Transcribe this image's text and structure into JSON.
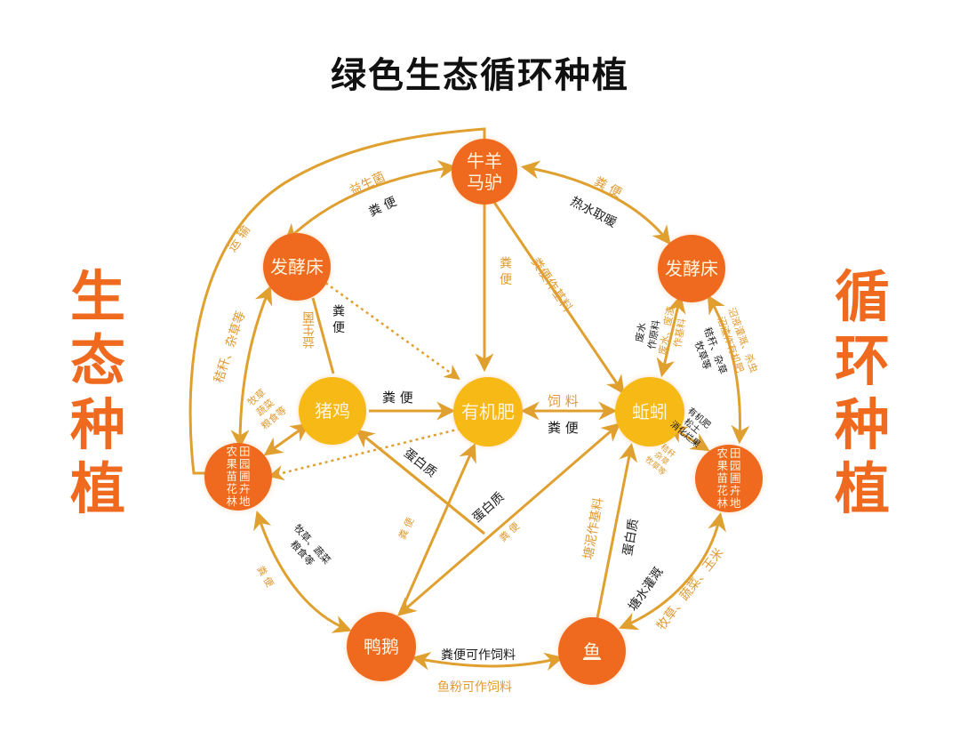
{
  "title": "绿色生态循环种植",
  "side_left": [
    "生",
    "态",
    "种",
    "植"
  ],
  "side_right": [
    "循",
    "环",
    "种",
    "植"
  ],
  "colors": {
    "orange_node": "#ef6a1e",
    "yellow_node": "#f6b915",
    "arrow": "#e0a030",
    "side_text": "#ef6a1e",
    "label_gold": "#e19a32",
    "label_dark": "#1a1a1a"
  },
  "nodes": {
    "livestock": {
      "line1": "牛羊",
      "line2": "马驴"
    },
    "ferment_left": {
      "label": "发酵床"
    },
    "ferment_right": {
      "label": "发酵床"
    },
    "pig_chicken": {
      "label": "猪鸡"
    },
    "organic_fertilizer": {
      "label": "有机肥"
    },
    "earthworm": {
      "label": "蚯蚓"
    },
    "farmland_left": {
      "col1": [
        "农",
        "果",
        "苗",
        "花",
        "林"
      ],
      "col2": [
        "田",
        "园",
        "圃",
        "卉",
        "地"
      ]
    },
    "farmland_right": {
      "col1": [
        "农",
        "果",
        "苗",
        "花",
        "林"
      ],
      "col2": [
        "田",
        "园",
        "圃",
        "卉",
        "地"
      ]
    },
    "duck_goose": {
      "label": "鸭鹅"
    },
    "fish": {
      "label": "鱼"
    }
  },
  "edges": {
    "transport": "运 输",
    "probiotics_top": "益生菌",
    "manure_top_left": "粪 便",
    "manure_top_right": "粪 便",
    "hot_water": "热水取暖",
    "manure_down": "粪 便",
    "manure_as_substrate": "粪便作基料",
    "straw_weeds_left": "秸秆、杂草等",
    "probiotics_left": "益生菌",
    "manure_left": "粪 便",
    "forage_vegetables_grain": "牧草\n蔬菜\n粮食等",
    "pig_to_fertilizer": "粪 便",
    "feed": "饲 料",
    "manure_worm": "粪 便",
    "protein_1": "蛋白质",
    "protein_2": "蛋白质",
    "manure_duck_1": "粪 便",
    "manure_duck_2": "粪 便",
    "forage_veg_grain_2": "牧草、蔬菜\n粮食等",
    "manure_left_bottom": "粪 便",
    "waste_water_raw": "废水\n作原料",
    "waste_water_residue": "废水、废渣\n作基料",
    "straw_weeds_forage": "秸秆、杂草\n牧草等",
    "biogas": "沼液灌溉、杀虫\n沼渣作有机肥",
    "organic_soil": "有机肥\n松土\n消化烂果",
    "straw_weeds_forage_small": "秸秆\n杂草\n牧草等",
    "pond_mud": "塘泥作基料",
    "protein_fish": "蛋白质",
    "pond_water": "塘水灌溉",
    "forage_veg_corn": "牧草、蔬菜、玉米",
    "manure_feed": "粪便可作饲料",
    "fishmeal_feed": "鱼粉可作饲料"
  }
}
